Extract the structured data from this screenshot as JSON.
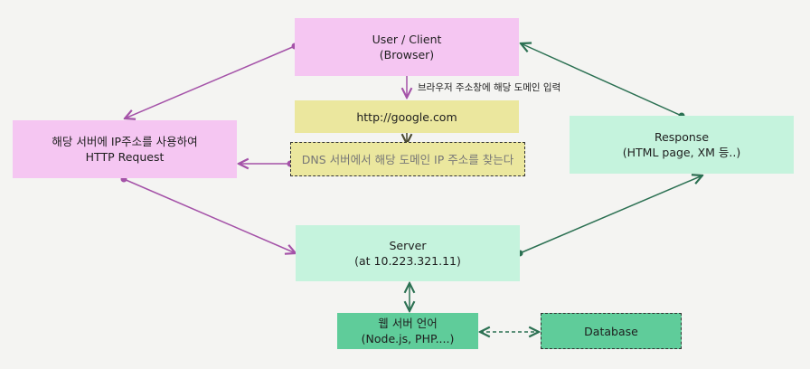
{
  "nodes": {
    "user": {
      "line1": "User / Client",
      "line2": "(Browser)"
    },
    "request": {
      "line1": "해당 서버에 IP주소를 사용하여",
      "line2": "HTTP Request"
    },
    "url": {
      "line1": "http://google.com"
    },
    "dns": {
      "line1": "DNS 서버에서 해당 도메인 IP 주소를 찾는다"
    },
    "response": {
      "line1": "Response",
      "line2": "(HTML page, XM 등..)"
    },
    "server": {
      "line1": "Server",
      "line2": "(at 10.223.321.11)"
    },
    "weblang": {
      "line1": "웹 서버 언어",
      "line2": "(Node.js, PHP....)"
    },
    "db": {
      "line1": "Database"
    }
  },
  "edge_labels": {
    "type_domain": "브라우저 주소창에 해당 도메인 입력"
  },
  "colors": {
    "purple_edge": "#a452a8",
    "green_edge": "#2b7052",
    "dark_edge": "#4a4a30",
    "pink_node": "#f5c6f2",
    "yellow_node": "#ebe79e",
    "mint_node": "#c5f3dd",
    "green_node": "#5fcc9a",
    "background": "#f4f4f2"
  }
}
